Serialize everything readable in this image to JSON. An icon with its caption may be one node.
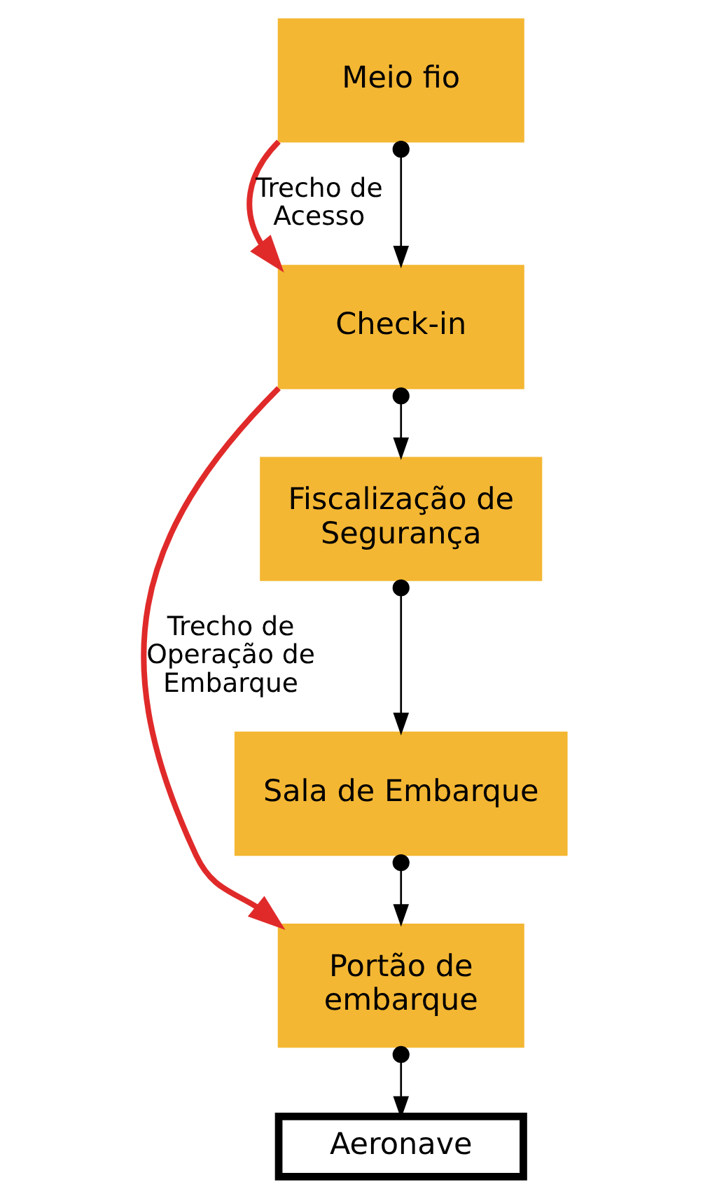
{
  "diagram": {
    "nodes": [
      {
        "text": [
          "Meio fio"
        ]
      },
      {
        "text": [
          "Check-in"
        ]
      },
      {
        "text": [
          "Fiscalização de Segurança"
        ]
      },
      {
        "text": [
          "Sala de Embarque"
        ]
      },
      {
        "text": [
          "Portão de embarque"
        ]
      },
      {
        "text": [
          "Aeronave"
        ]
      }
    ],
    "edges": [
      {
        "from": 0,
        "to": 1,
        "arrow": "to"
      },
      {
        "from": 1,
        "to": 2,
        "arrow": "to"
      },
      {
        "from": 2,
        "to": 3,
        "arrow": "to"
      },
      {
        "from": 3,
        "to": 4,
        "arrow": "to"
      },
      {
        "from": 4,
        "to": 5,
        "arrow": "to"
      },
      {
        "from": 0,
        "to": 1,
        "arrow": "to",
        "label": "Trecho de Acesso",
        "style": "thick",
        "color": "#e02a2a"
      },
      {
        "from": 1,
        "to": 4,
        "arrow": "to",
        "label": "Trecho de Operação de Embarque",
        "style": "thick",
        "color": "#e02a2a"
      }
    ]
  }
}
